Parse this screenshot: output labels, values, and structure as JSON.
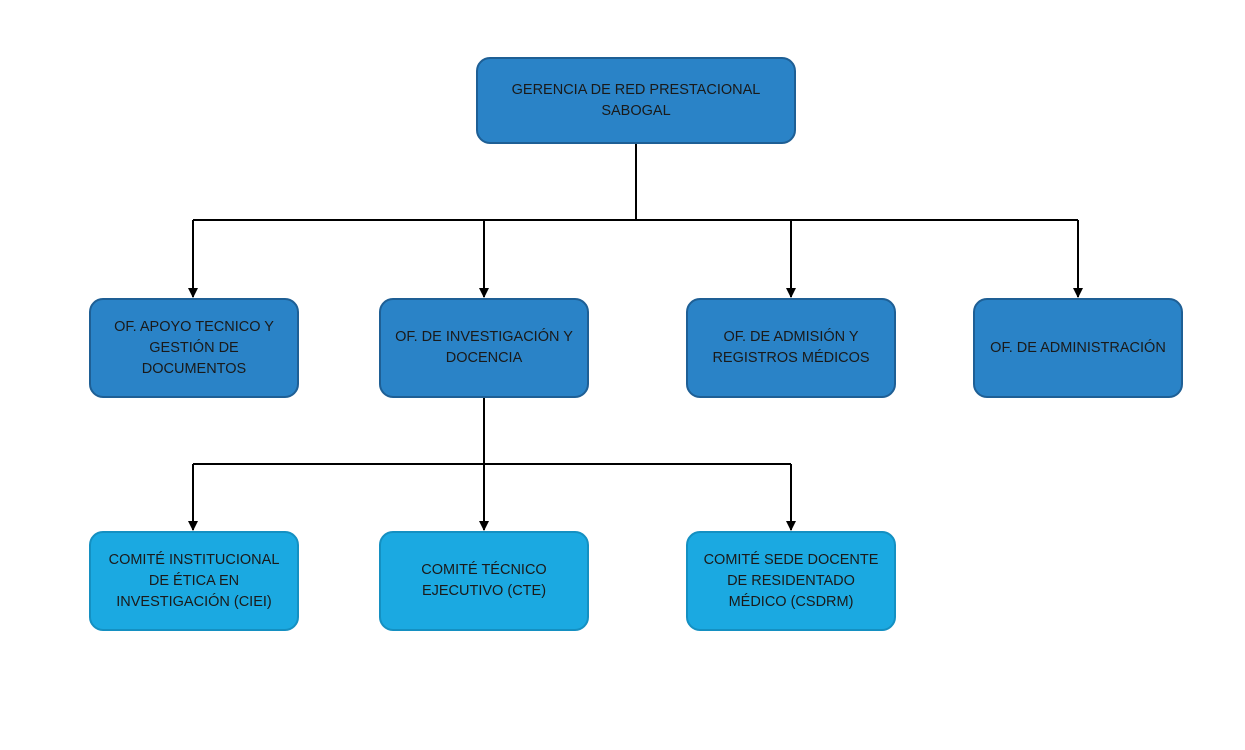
{
  "diagram": {
    "root": {
      "label": "GERENCIA DE RED PRESTACIONAL SABOGAL"
    },
    "offices": [
      {
        "label": "OF. APOYO TECNICO Y GESTIÓN DE DOCUMENTOS"
      },
      {
        "label": "OF. DE INVESTIGACIÓN Y DOCENCIA"
      },
      {
        "label": "OF. DE ADMISIÓN Y REGISTROS MÉDICOS"
      },
      {
        "label": "OF. DE ADMINISTRACIÓN"
      }
    ],
    "committees": [
      {
        "label": "COMITÉ INSTITUCIONAL DE ÉTICA EN INVESTIGACIÓN (CIEI)"
      },
      {
        "label": "COMITÉ TÉCNICO EJECUTIVO (CTE)"
      },
      {
        "label": "COMITÉ SEDE DOCENTE DE RESIDENTADO MÉDICO (CSDRM)"
      }
    ],
    "colors": {
      "office_fill": "#2a83c7",
      "office_border": "#1e5f95",
      "committee_fill": "#1ba9e1",
      "committee_border": "#1490c2",
      "connector": "#000000"
    }
  }
}
